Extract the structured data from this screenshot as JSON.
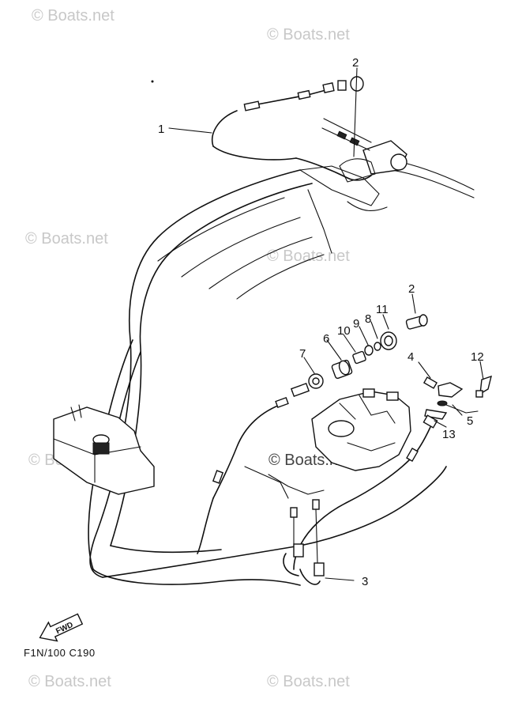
{
  "watermark": "© Boats.net",
  "callouts": {
    "c1": "1",
    "c2a": "2",
    "c2b": "2",
    "c3": "3",
    "c4": "4",
    "c5": "5",
    "c6": "6",
    "c7": "7",
    "c8": "8",
    "c9": "9",
    "c10": "10",
    "c11": "11",
    "c12": "12",
    "c13": "13"
  },
  "fwd_label": "FWD",
  "diagram_code": "F1N/100 C190"
}
